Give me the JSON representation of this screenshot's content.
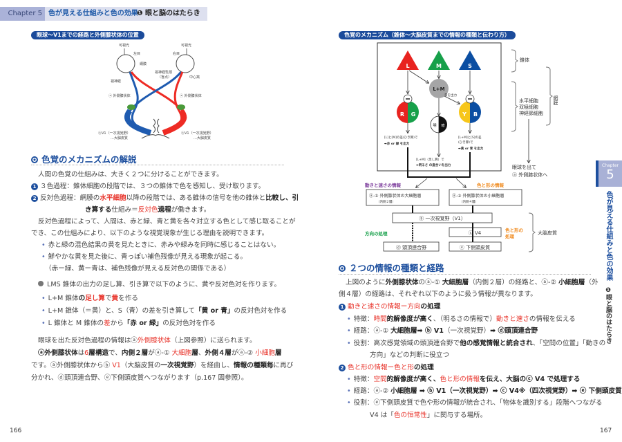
{
  "header": {
    "chapter": "Chapter 5",
    "title": "色が見える仕組みと色の効果",
    "section_mark": "❶",
    "section": "眼と脳のはたらき"
  },
  "left": {
    "banner": "眼球〜V1までの経路と外側膝状体の位置",
    "eye": {
      "light_l": "可視光",
      "light_r": "可視光",
      "left_eye": "左目",
      "right_eye": "右目",
      "retina": "網膜",
      "disc": "視神経乳頭",
      "disc2": "（盲点）",
      "fovea": "中心窩",
      "nerve": "視神経",
      "lgn_l": "ⓐ 外側膝状体",
      "lgn_r": "ⓐ 外側膝状体",
      "v1_l": "ⓑV1（一次視覚野）",
      "cortex_l": "…大脳皮質",
      "v1_r": "ⓑV1（一次視覚野）",
      "cortex_r": "…大脳皮質"
    },
    "heading": "色覚のメカニズムの解説",
    "lines": [
      {
        "segs": [
          {
            "t": "人間の色覚の仕組みは、大きく２つに分けることができます。"
          }
        ]
      },
      {
        "mark": "1",
        "segs": [
          {
            "t": "３色過程：錐体細胞の段階では、３つの錐体で色を感知し、受け取ります。"
          }
        ]
      },
      {
        "mark": "2",
        "segs": [
          {
            "t": "反対色過程：網膜の"
          },
          {
            "t": "水平細胞",
            "s": "rb"
          },
          {
            "t": "以降の段階では、ある錐体の信号を他の錐体と"
          },
          {
            "t": "比較し、引",
            "s": "b"
          }
        ]
      },
      {
        "segs": [
          {
            "t": "き算する",
            "s": "b"
          },
          {
            "t": "仕組み＝"
          },
          {
            "t": "反対色",
            "s": "r"
          },
          {
            "t": "過程",
            "s": "b"
          },
          {
            "t": "が働きます。"
          }
        ]
      },
      {
        "segs": [
          {
            "t": "反対色過程によって、人間は、赤と緑、青と黄を各々対立する色として感じ取ることが"
          }
        ]
      },
      {
        "segs": [
          {
            "t": "でき、この仕組みにより、以下のような視覚現象が生じる理由を説明できます。"
          }
        ]
      },
      {
        "bullet": "•",
        "segs": [
          {
            "t": "赤と緑の混色結果の黄を見たときに、赤みや緑みを同時に感じることはない。"
          }
        ]
      },
      {
        "bullet": "•",
        "segs": [
          {
            "t": "鮮やかな黄を見た後に、青っぽい補色残像が見える現象が起こる。"
          }
        ]
      },
      {
        "segs": [
          {
            "t": "（赤ー緑、黄ー青は、補色残像が見える反対色の関係である）"
          }
        ]
      },
      {
        "gdot": true,
        "segs": [
          {
            "t": "LMS 錐体の出力の足し算、引き算で以下のように、黄や反対色対を作ります。"
          }
        ]
      },
      {
        "bullet": "•",
        "segs": [
          {
            "t": "L+M 錐体"
          },
          {
            "t": "の",
            "s": "b"
          },
          {
            "t": "足し算",
            "s": "rb"
          },
          {
            "t": "で"
          },
          {
            "t": "黄",
            "s": "rb"
          },
          {
            "t": "を作る"
          }
        ]
      },
      {
        "bullet": "•",
        "segs": [
          {
            "t": "L+M 錐体（＝黄）と、S（青）の差を引き算して"
          },
          {
            "t": "「黄 or 青」",
            "s": "b"
          },
          {
            "t": "の反対色対を作る"
          }
        ]
      },
      {
        "bullet": "•",
        "segs": [
          {
            "t": "L 錐体と M 錐体の"
          },
          {
            "t": "差",
            "s": "r"
          },
          {
            "t": "から"
          },
          {
            "t": "「赤 or 緑」",
            "s": "b"
          },
          {
            "t": "の反対色対を作る"
          }
        ]
      },
      {
        "segs": [
          {
            "t": "眼球を出た反対色過程の情報はⓐ"
          },
          {
            "t": "外側膝状体",
            "s": "r"
          },
          {
            "t": "（上図参照）に送られます。"
          }
        ]
      },
      {
        "segs": [
          {
            "t": "ⓐ外側膝状体",
            "s": "b"
          },
          {
            "t": "は"
          },
          {
            "t": "6",
            "s": "r"
          },
          {
            "t": "層構造",
            "s": "b"
          },
          {
            "t": "で、"
          },
          {
            "t": "内側２層",
            "s": "b"
          },
          {
            "t": "がⓐ-① "
          },
          {
            "t": "大細胞",
            "s": "r"
          },
          {
            "t": "層",
            "s": "b"
          },
          {
            "t": "、"
          },
          {
            "t": "外側４層",
            "s": "b"
          },
          {
            "t": "がⓐ-② "
          },
          {
            "t": "小細胞",
            "s": "r"
          },
          {
            "t": "層",
            "s": "b"
          }
        ]
      },
      {
        "segs": [
          {
            "t": "です。ⓐ外側膝状体からⓑ "
          },
          {
            "t": "V1",
            "s": "r"
          },
          {
            "t": "（大脳皮質の"
          },
          {
            "t": "一次視覚野",
            "s": "b"
          },
          {
            "t": "）を経由し、"
          },
          {
            "t": "情報の種類毎",
            "s": "b"
          },
          {
            "t": "に再び"
          }
        ]
      },
      {
        "segs": [
          {
            "t": "分かれ、ⓓ頭頂連合野、ⓔ下側頭皮質へつながります（p.167 図参照）。"
          }
        ]
      }
    ],
    "page_number": "166"
  },
  "right": {
    "banner": "色覚のメカニズム（錐体〜大脳皮質までの情報の種類と伝わり方）",
    "diagram": {
      "L": "L",
      "M": "M",
      "S": "S",
      "LM": "L+M",
      "R": "R",
      "G": "G",
      "Y": "Y",
      "B": "B",
      "light": "明",
      "dark": "暗",
      "yellow_out": "黄を出力",
      "rg1": "[L]と[M]の差(ひき算)で",
      "rg2": "➡赤 or 緑 を出力",
      "yb1": "[L+M]と[S]の差",
      "yb2": "(ひき算)で",
      "yb3": "➡黄 or 青 を出力",
      "br1": "[L+M]（足し算）で",
      "br2": "➡明るさ の度合いを出力",
      "cones": "錐体",
      "cell1": "水平細胞",
      "cell2": "双極細胞",
      "cell3": "神経節細胞",
      "retina": "網膜",
      "exit1": "眼球を出て",
      "exit2": "ⓐ 外側膝状体へ",
      "motion_info": "動きと速さの情報",
      "color_info": "色と形の情報",
      "a1": "ⓐ-① 外側膝状体の大細胞層",
      "a1_sub": "（内側２層）",
      "a2": "ⓐ-② 外側膝状体の小細胞層",
      "a2_sub": "（内側４層）",
      "b": "ⓑ 一次視覚野（V1）",
      "c": "ⓒ V4",
      "d": "ⓓ 頭頂連合野",
      "e": "ⓔ 下側頭皮質",
      "direction": "方向の処理",
      "color_proc1": "色と形の",
      "color_proc2": "処理",
      "cortex": "大脳皮質"
    },
    "heading": "２つの情報の種類と経路",
    "lines": [
      {
        "segs": [
          {
            "t": "上図のように"
          },
          {
            "t": "外側膝状体",
            "s": "b"
          },
          {
            "t": "のⓐ-① "
          },
          {
            "t": "大細胞層",
            "s": "b"
          },
          {
            "t": "（内側２層）の経路と、ⓐ-② "
          },
          {
            "t": "小細胞層",
            "s": "b"
          },
          {
            "t": "（外"
          }
        ]
      },
      {
        "segs": [
          {
            "t": "側４層）の経路は、それぞれ以下のように扱う情報が異なります。"
          }
        ]
      },
      {
        "mark": "1",
        "segs": [
          {
            "t": "動きと速さの情報ー方向",
            "s": "r"
          },
          {
            "t": "の処理",
            "s": "b"
          }
        ]
      },
      {
        "bullet": "•",
        "segs": [
          {
            "t": "特徴："
          },
          {
            "t": "時間",
            "s": "r"
          },
          {
            "t": "的解像度が高く",
            "s": "b"
          },
          {
            "t": "、（明るさの情報で）"
          },
          {
            "t": "動きと速さ",
            "s": "r"
          },
          {
            "t": "の情報を伝える"
          }
        ]
      },
      {
        "bullet": "•",
        "segs": [
          {
            "t": "経路：ⓐ-① "
          },
          {
            "t": "大細胞層➡ ⓑ V1",
            "s": "b"
          },
          {
            "t": "（一次視覚野）"
          },
          {
            "t": "➡ ⓓ頭頂連合野",
            "s": "b"
          }
        ]
      },
      {
        "bullet": "•",
        "segs": [
          {
            "t": "役割：高次感覚領域の頭頂連合野で"
          },
          {
            "t": "他の感覚情報と統合され",
            "s": "b"
          },
          {
            "t": "、「空間の位置」「動きの"
          }
        ]
      },
      {
        "segs": [
          {
            "t": "方向」などの判断に役立つ"
          }
        ]
      },
      {
        "mark": "2",
        "segs": [
          {
            "t": "色と形の情報ー色と形",
            "s": "r"
          },
          {
            "t": "の処理",
            "s": "b"
          }
        ]
      },
      {
        "bullet": "•",
        "segs": [
          {
            "t": "特徴："
          },
          {
            "t": "空間",
            "s": "r"
          },
          {
            "t": "的解像度が高く、",
            "s": "b"
          },
          {
            "t": "色と形の情報",
            "s": "r"
          },
          {
            "t": "を伝え、大脳のⓒ V4 で処理する",
            "s": "b"
          }
        ]
      },
      {
        "bullet": "•",
        "segs": [
          {
            "t": "経路：ⓐ-② "
          },
          {
            "t": "小細胞層 ➡ ⓑ V1（一次視覚野）➡ ⓒ V4※（四次視覚野）➡ ⓔ 下側頭皮質",
            "s": "b"
          }
        ]
      },
      {
        "bullet": "•",
        "segs": [
          {
            "t": "役割：ⓔ下側頭皮質で色や形の情報が統合され、「物体を識別する」段階へつながる"
          }
        ]
      },
      {
        "segs": [
          {
            "t": "V4 は「"
          },
          {
            "t": "色の恒常性",
            "s": "r"
          },
          {
            "t": "」に関与する場所。"
          }
        ]
      }
    ],
    "page_number": "167"
  },
  "side_tab": {
    "chapter": "Chapter",
    "number": "5",
    "title": "色が見える仕組みと色の効果",
    "mark": "❶",
    "section": "眼と脳のはたらき"
  },
  "colors": {
    "accent": "#1d4f9e",
    "red": "#e8332a",
    "L": "#e8231f",
    "M": "#17a04a",
    "S": "#0b4ea2",
    "Y": "#f7c61a",
    "purple": "#7b3b9b",
    "orange": "#f08a1d"
  }
}
